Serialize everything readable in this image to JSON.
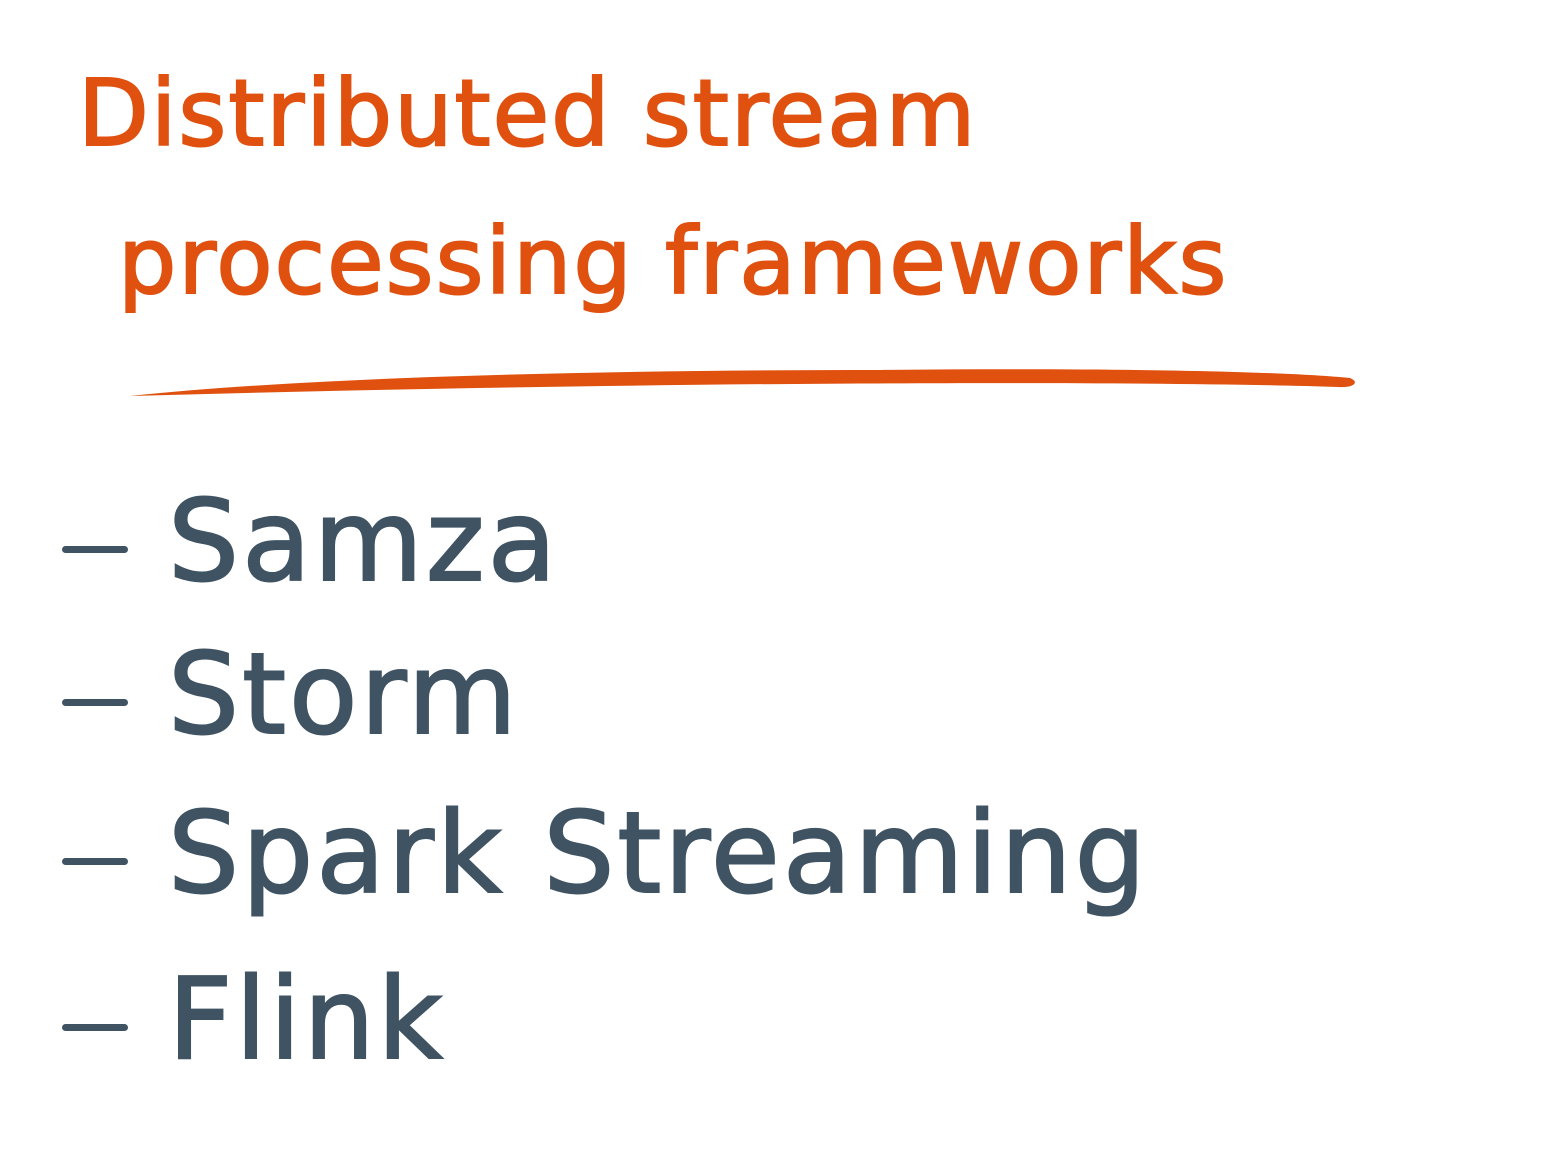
{
  "colors": {
    "title": "#e0500f",
    "list": "#3f5363",
    "background": "#ffffff"
  },
  "title": {
    "line1": "Distributed stream",
    "line2": "processing frameworks"
  },
  "frameworks": [
    {
      "label": "Samza"
    },
    {
      "label": "Storm"
    },
    {
      "label": "Spark Streaming"
    },
    {
      "label": "Flink"
    }
  ]
}
